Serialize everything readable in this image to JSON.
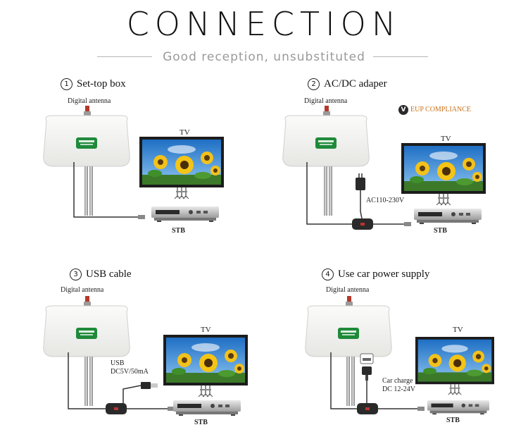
{
  "header": {
    "title": "CONNECTION",
    "subtitle": "Good reception, unsubstituted"
  },
  "panels": [
    {
      "number": "1",
      "heading": "Set-top box",
      "antenna_label": "Digital antenna",
      "tv_label": "TV",
      "stb_label": "STB"
    },
    {
      "number": "2",
      "heading": "AC/DC adaper",
      "antenna_label": "Digital antenna",
      "tv_label": "TV",
      "stb_label": "STB",
      "adapter_label": "AC110-230V",
      "badge_icon": "V",
      "badge_text": "EUP COMPLIANCE"
    },
    {
      "number": "3",
      "heading": "USB cable",
      "antenna_label": "Digital antenna",
      "tv_label": "TV",
      "stb_label": "STB",
      "power_line1": "USB",
      "power_line2": "DC5V/50mA"
    },
    {
      "number": "4",
      "heading": "Use car power supply",
      "antenna_label": "Digital antenna",
      "tv_label": "TV",
      "stb_label": "STB",
      "power_line1": "Car charge",
      "power_line2": "DC 12-24V"
    }
  ],
  "colors": {
    "accent": "#c8731a",
    "antenna_body": "#f4f4f2",
    "sky": "#3a8ed8",
    "sunflower": "#f2c21b"
  }
}
